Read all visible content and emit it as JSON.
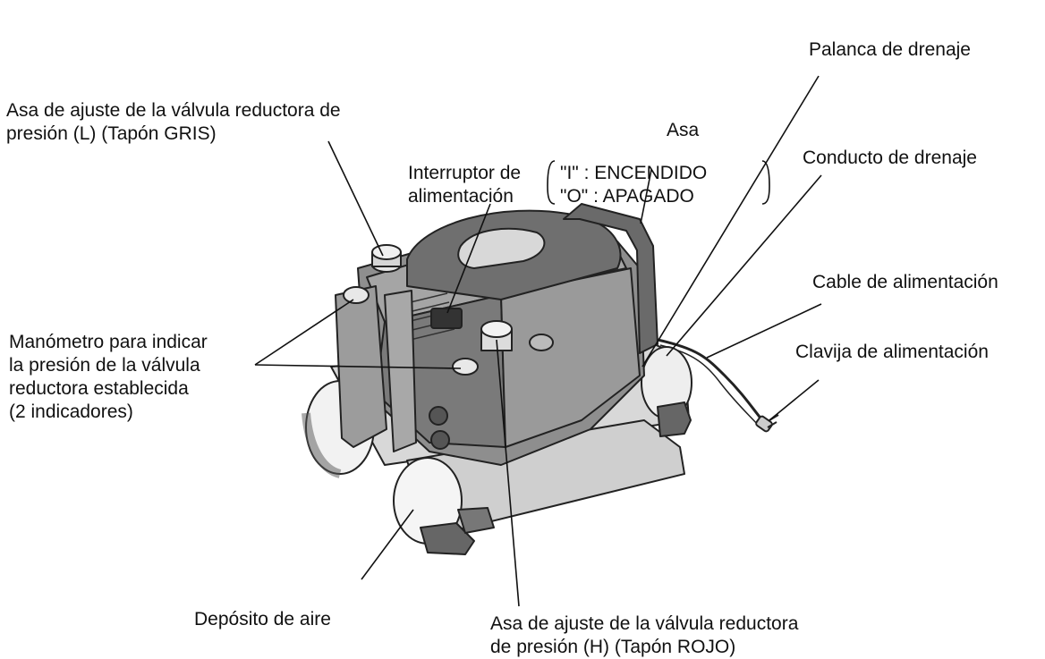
{
  "labels": {
    "power_switch": {
      "line1": "Interruptor de",
      "line2": "alimentación",
      "on_state": "\"I\"  : ENCENDIDO",
      "off_state": "\"O\" : APAGADO"
    },
    "drain_lever": "Palanca de drenaje",
    "handle_l": {
      "line1": "Asa de ajuste de la válvula reductora de",
      "line2": "presión (L) (Tapón GRIS)"
    },
    "carry_handle": "Asa",
    "drain_duct": "Conducto de drenaje",
    "power_cable": "Cable de alimentación",
    "power_plug": "Clavija de alimentación",
    "pressure_gauge": {
      "line1": "Manómetro para indicar",
      "line2": "la presión de la válvula",
      "line3": "reductora establecida",
      "line4": "(2 indicadores)"
    },
    "air_tank": "Depósito de aire",
    "handle_h": {
      "line1": "Asa de ajuste de la válvula reductora",
      "line2": "de presión (H) (Tapón ROJO)"
    }
  }
}
